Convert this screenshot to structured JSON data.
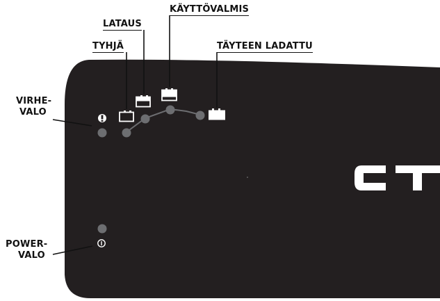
{
  "labels": {
    "tyhja": "TYHJÄ",
    "lataus": "LATAUS",
    "kayttovalmis": "KÄYTTÖVALMIS",
    "tayteen": "TÄYTEEN LADATTU",
    "virhe_line1": "VIRHE-",
    "virhe_line2": "VALO",
    "power_line1": "POWER-",
    "power_line2": "VALO"
  },
  "logo_text": "CT",
  "icons": {
    "error": "exclamation-circle-icon",
    "power": "power-icon",
    "battery": "battery-icon"
  },
  "colors": {
    "body": "#231f20",
    "led_off": "#6d6e71",
    "icon": "#ffffff",
    "label": "#111111"
  }
}
